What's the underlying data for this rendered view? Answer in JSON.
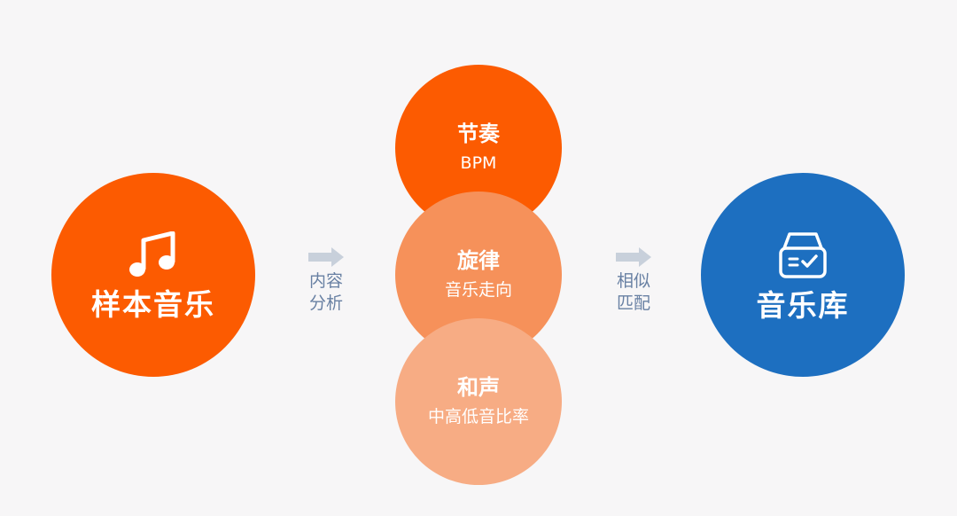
{
  "left_node": {
    "label": "样本音乐",
    "icon": "music-note-icon",
    "color": "#fc5b01"
  },
  "arrow_analysis": {
    "line1": "内容",
    "line2": "分析"
  },
  "features": [
    {
      "title": "节奏",
      "subtitle": "BPM",
      "color": "#fc5b01"
    },
    {
      "title": "旋律",
      "subtitle": "音乐走向",
      "color": "#f6915a"
    },
    {
      "title": "和声",
      "subtitle": "中高低音比率",
      "color": "#f7ac84"
    }
  ],
  "arrow_match": {
    "line1": "相似",
    "line2": "匹配"
  },
  "right_node": {
    "label": "音乐库",
    "icon": "archive-box-check-icon",
    "color": "#1d6fc0"
  },
  "arrow_color": "#c8d0db",
  "text_accent_color": "#6880a3"
}
